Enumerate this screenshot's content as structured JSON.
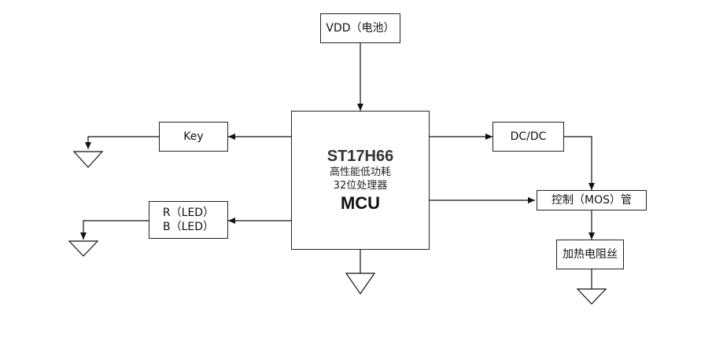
{
  "diagram": {
    "vdd_label": "VDD（电池）",
    "mcu": {
      "chip": "ST17H66",
      "line1": "高性能低功耗",
      "line2": "32位处理器",
      "label": "MCU"
    },
    "key_label": "Key",
    "led_line1": "R（LED）",
    "led_line2": "B（LED）",
    "dcdc_label": "DC/DC",
    "mos_label": "控制（MOS）管",
    "heater_label": "加热电阻丝"
  }
}
